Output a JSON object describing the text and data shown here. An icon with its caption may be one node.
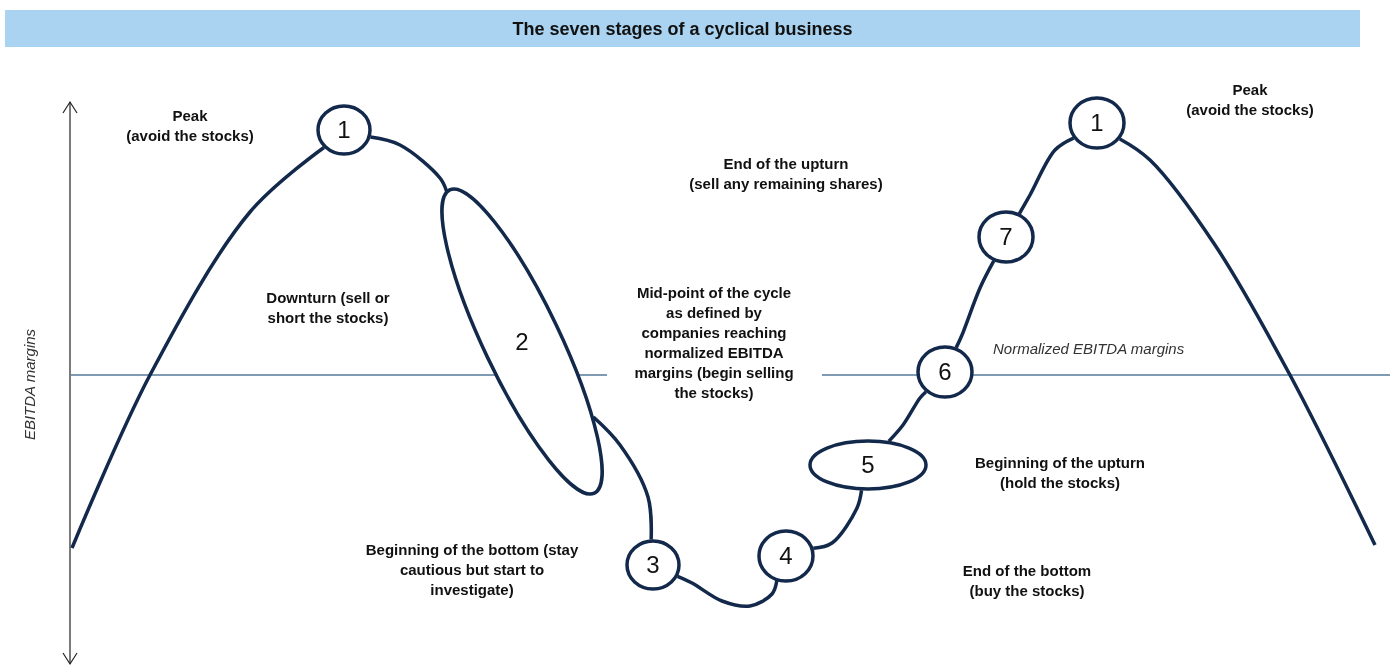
{
  "diagram": {
    "title": "The seven stages of a cyclical business",
    "nodes": [
      {
        "text": [
          "1"
        ],
        "beside": [
          "Peak",
          "(avoid the stocks)"
        ]
      },
      {
        "text": [
          "2"
        ],
        "beside": [
          "Downturn (sell or short the stocks)"
        ]
      },
      {
        "text": [
          "3"
        ],
        "beside": [
          "Beginning of the bottom (stay cautious but start to investigate)"
        ]
      },
      {
        "text": [
          "4"
        ],
        "beside": [
          "End of the bottom",
          "(buy the stocks)"
        ]
      },
      {
        "text": [
          "5"
        ],
        "beside": [
          "Beginning of the upturn",
          "(hold the stocks)"
        ]
      },
      {
        "text": [
          "6"
        ]
      },
      {
        "text": [
          "7"
        ],
        "beside": [
          "End of the upturn",
          "(sell any remaining shares)"
        ]
      },
      {
        "text": [
          "1"
        ],
        "beside": [
          "Peak",
          "(avoid the stocks)"
        ]
      }
    ],
    "edges": [
      {
        "from": null,
        "to": 0,
        "arrow": "none"
      },
      {
        "from": 0,
        "to": 1,
        "arrow": "none"
      },
      {
        "from": 1,
        "to": 2,
        "arrow": "none"
      },
      {
        "from": 2,
        "to": 3,
        "arrow": "none"
      },
      {
        "from": 3,
        "to": 4,
        "arrow": "none"
      },
      {
        "from": 4,
        "to": 5,
        "arrow": "none"
      },
      {
        "from": 5,
        "to": 6,
        "arrow": "none"
      },
      {
        "from": 6,
        "to": 7,
        "arrow": "none"
      },
      {
        "from": 7,
        "to": null,
        "arrow": "none"
      }
    ],
    "labels": [
      "EBITDA margins",
      "Mid-point of the cycle as defined by companies reaching normalized EBITDA margins (begin selling the stocks)",
      "Normalized EBITDA margins"
    ]
  }
}
